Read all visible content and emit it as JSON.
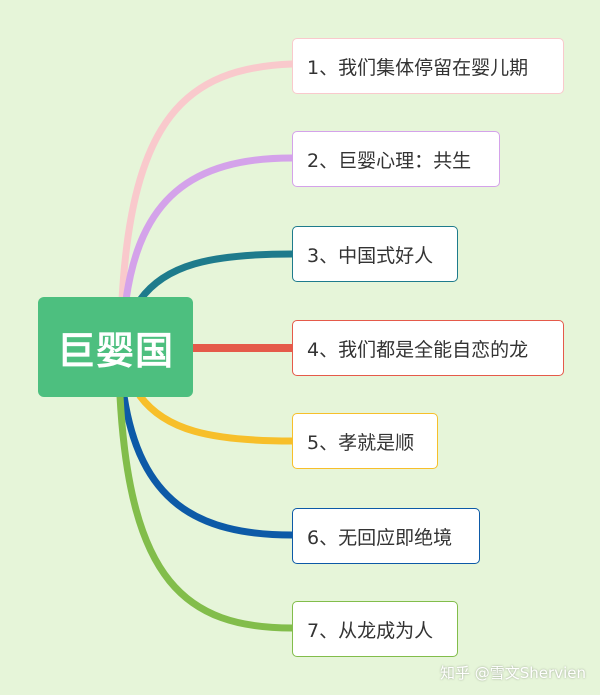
{
  "root": {
    "label": "巨婴国",
    "color": "#4dbf7f"
  },
  "branches": [
    {
      "label": "1、我们集体停留在婴儿期",
      "color": "#f9c9cc"
    },
    {
      "label": "2、巨婴心理：共生",
      "color": "#d4a2ea"
    },
    {
      "label": "3、中国式好人",
      "color": "#1e7b8c"
    },
    {
      "label": "4、我们都是全能自恋的龙",
      "color": "#e55a4a"
    },
    {
      "label": "5、孝就是顺",
      "color": "#f7bf2a"
    },
    {
      "label": "6、无回应即绝境",
      "color": "#0d5aa7"
    },
    {
      "label": "7、从龙成为人",
      "color": "#82bd4b"
    }
  ],
  "watermark": "知乎 @雪文Shervien"
}
